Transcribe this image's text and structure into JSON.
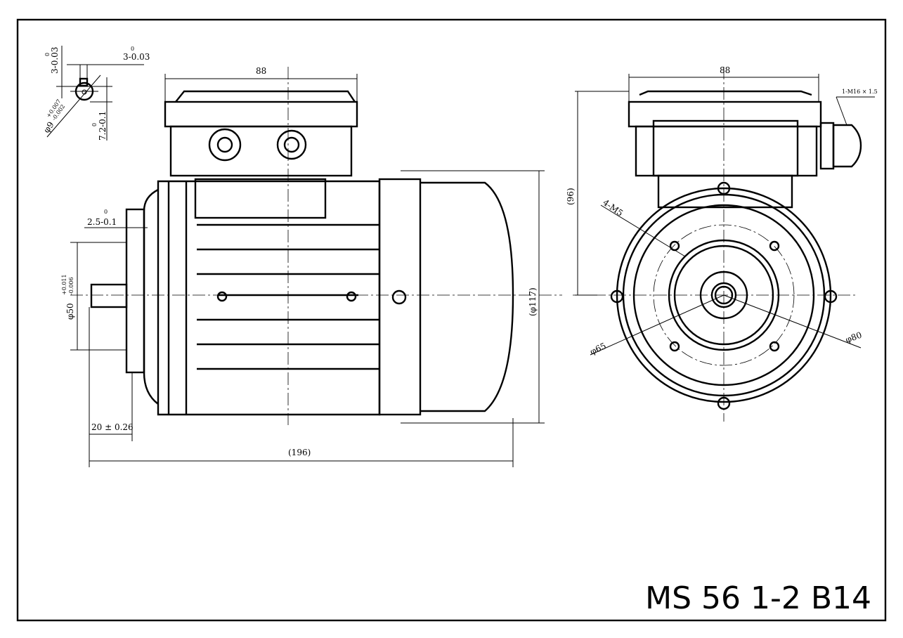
{
  "title": "MS 56 1-2 B14",
  "key_detail": {
    "key_width_v": "3-0.03",
    "key_width_v_upper": "0",
    "key_width_h": "3-0.03",
    "key_width_h_upper": "0",
    "shaft_dia": "φ9",
    "shaft_dia_upper": "+0.007",
    "shaft_dia_lower": "-0.002",
    "key_depth": "7.2-0.1",
    "key_depth_upper": "0"
  },
  "side_view": {
    "box_width": "88",
    "spigot_depth": "2.5-0.1",
    "spigot_depth_upper": "0",
    "spigot_dia": "φ50",
    "spigot_dia_upper": "+0.011",
    "spigot_dia_lower": "-0.006",
    "shaft_length": "20 ± 0.26",
    "overall_length": "(196)",
    "overall_height": "(φ117)"
  },
  "front_view": {
    "box_width": "88",
    "center_height": "(96)",
    "threaded_holes": "4-M5",
    "pcd_inner": "φ65",
    "pcd_outer": "φ80",
    "cable_gland": "1-M16 × 1.5"
  }
}
